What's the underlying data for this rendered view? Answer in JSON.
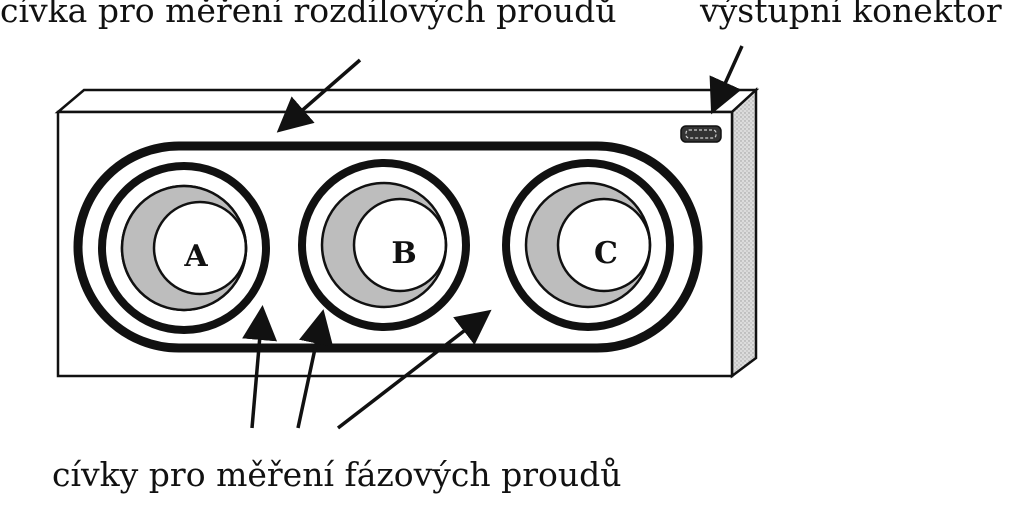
{
  "labels": {
    "differential_coil": "cívka pro měření rozdílových proudů",
    "output_connector": "výstupní konektor",
    "phase_coils": "cívky pro měření fázových proudů"
  },
  "phases": [
    {
      "letter": "A"
    },
    {
      "letter": "B"
    },
    {
      "letter": "C"
    }
  ],
  "colors": {
    "ink": "#111111",
    "housing_face": "#ffffff",
    "housing_side": "#d6d6d6",
    "conductor_shadow": "#bdbdbd"
  }
}
